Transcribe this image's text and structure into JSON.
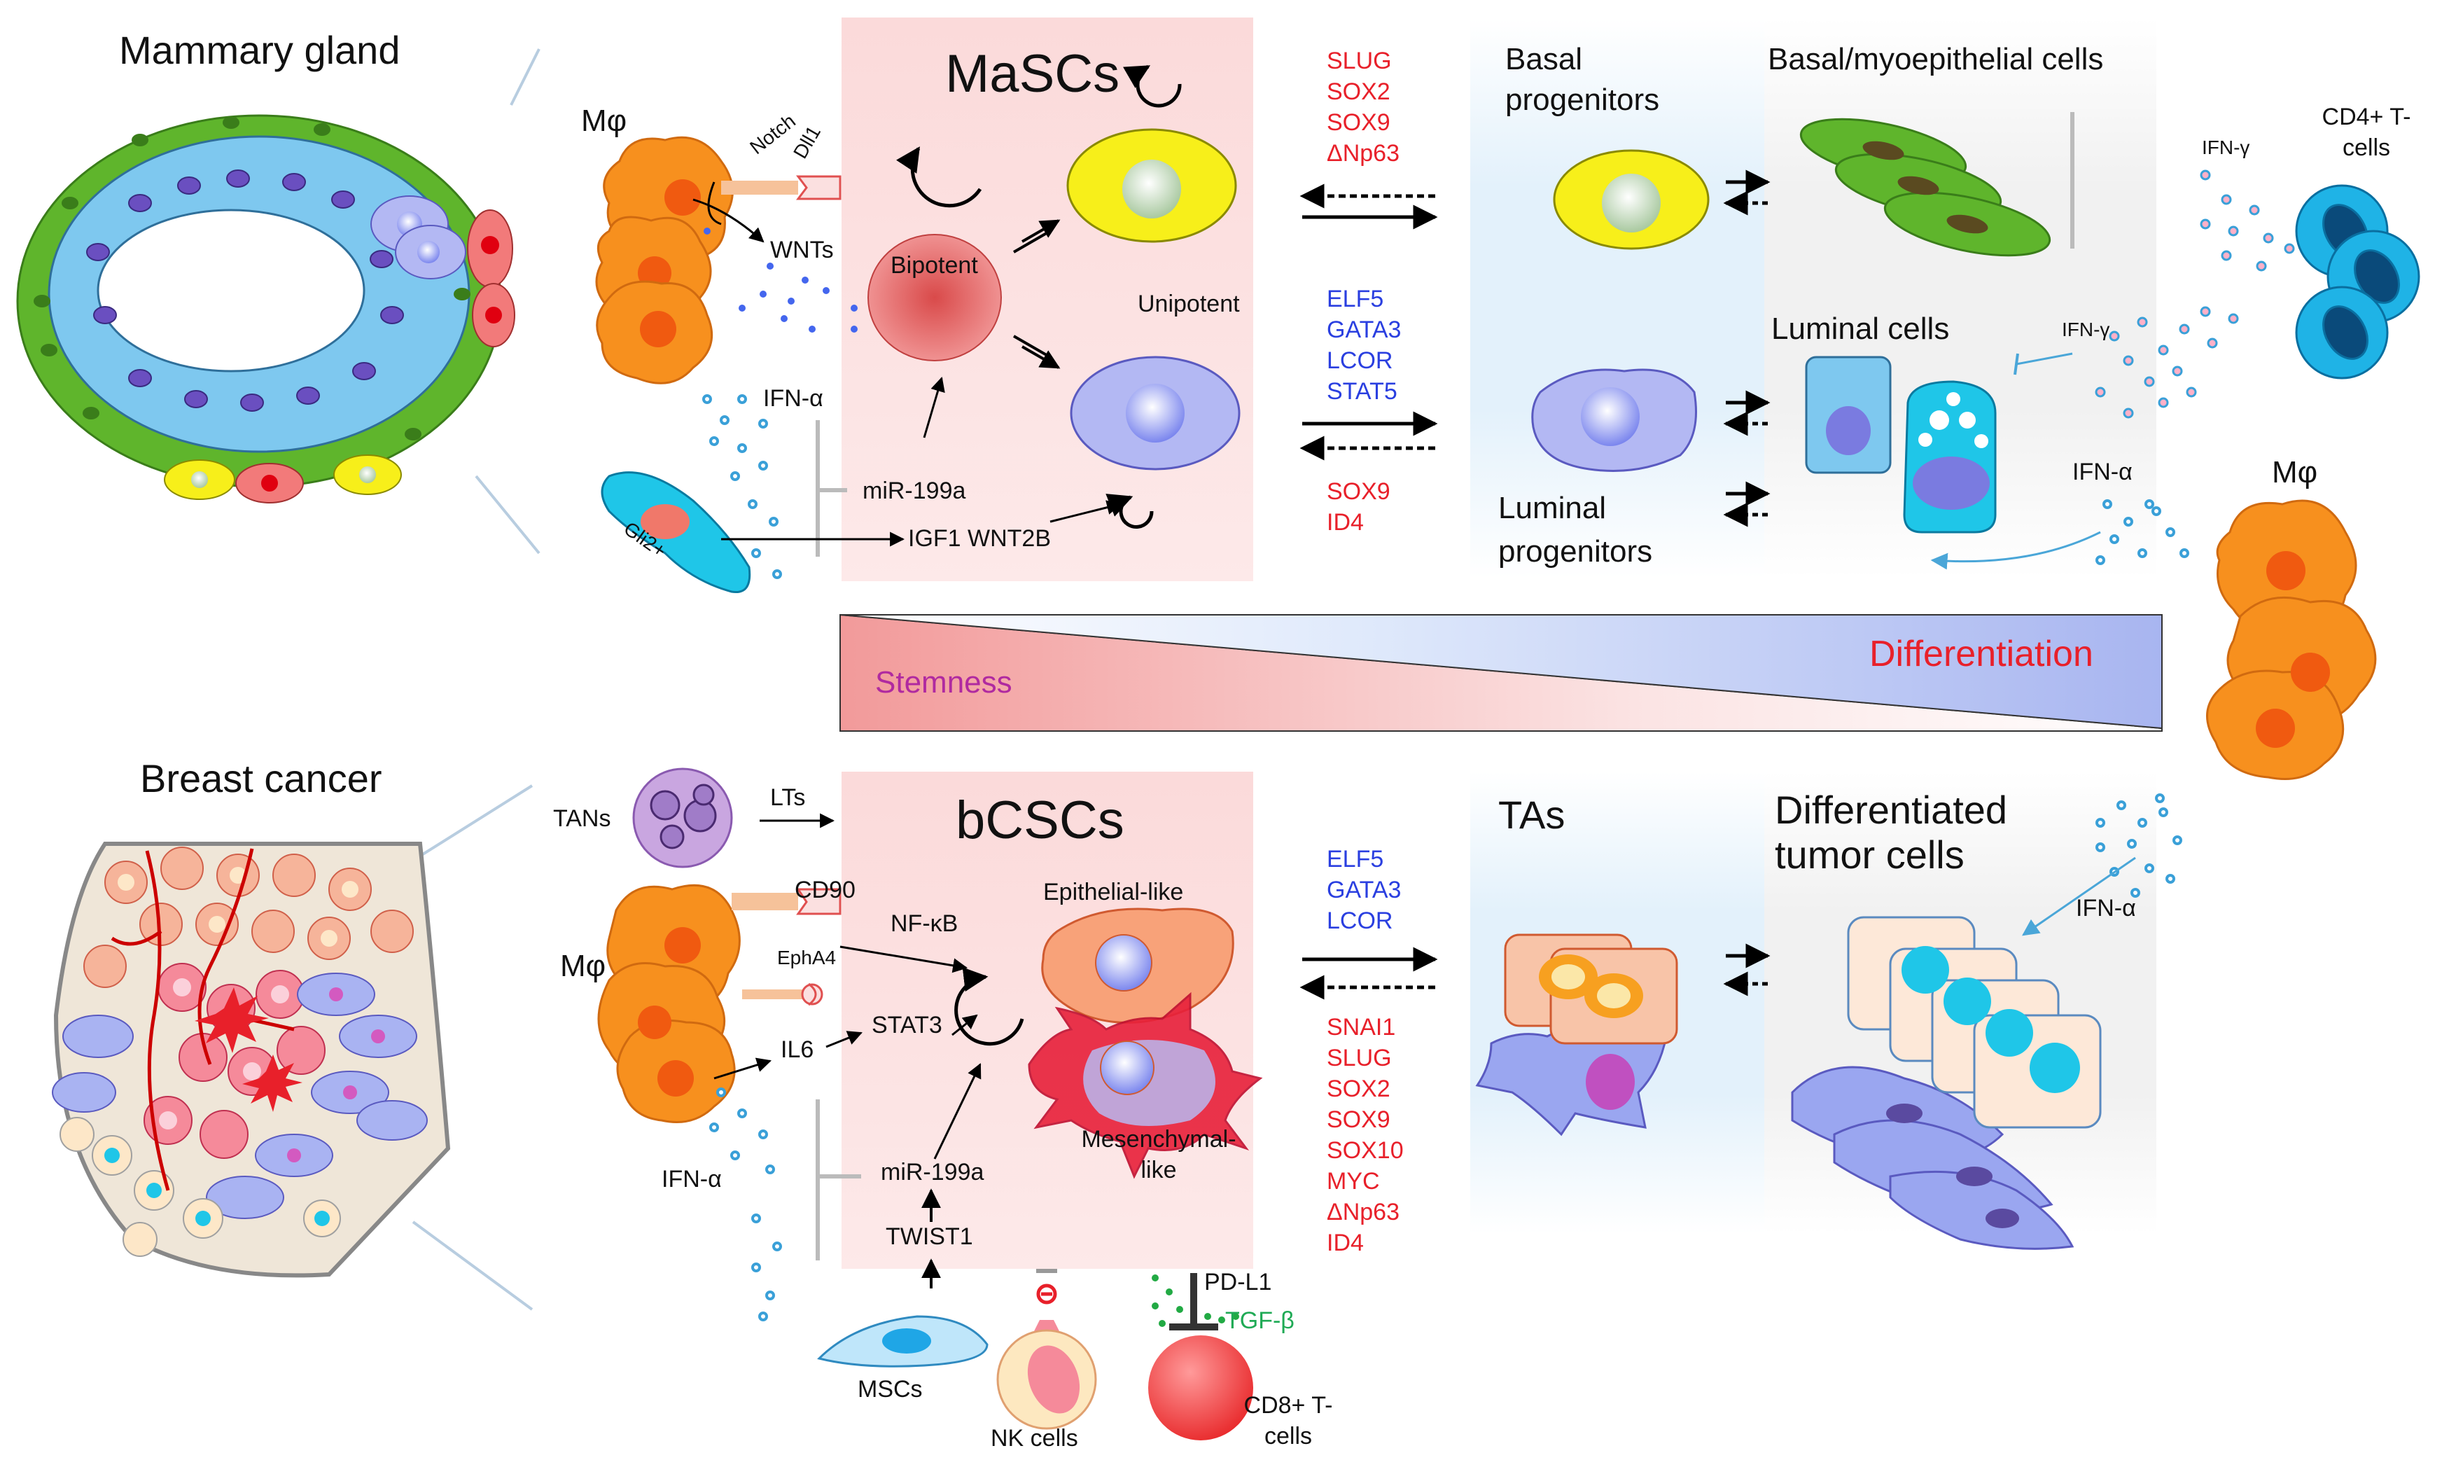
{
  "panels": {
    "mammary_title": "Mammary gland",
    "cancer_title": "Breast cancer",
    "mascs_title": "MaSCs",
    "bcscs_title": "bCSCs"
  },
  "gradient": {
    "stemness": "Stemness",
    "differentiation": "Differentiation"
  },
  "top": {
    "mphi": "Mφ",
    "notch": "Notch",
    "dll1": "Dll1",
    "wnts": "WNTs",
    "bipotent": "Bipotent",
    "unipotent": "Unipotent",
    "ifn_alpha": "IFN-α",
    "mir199a": "miR-199a",
    "gli2": "Gli2+",
    "igf1_wnt2b": "IGF1 WNT2B",
    "factors_red_top": [
      "SLUG",
      "SOX2",
      "SOX9",
      "ΔNp63"
    ],
    "factors_blue": [
      "ELF5",
      "GATA3",
      "LCOR",
      "STAT5"
    ],
    "factors_red_bottom": [
      "SOX9",
      "ID4"
    ],
    "basal_progenitors": "Basal progenitors",
    "basal_myo": "Basal/myoepithelial cells",
    "luminal_cells": "Luminal cells",
    "luminal_progenitors": "Luminal progenitors",
    "ifn_gamma_1": "IFN-γ",
    "ifn_gamma_2": "IFN-γ",
    "cd4": "CD4+ T-cells",
    "ifn_alpha_right": "IFN-α",
    "mphi_right": "Mφ"
  },
  "bottom": {
    "tans": "TANs",
    "lts": "LTs",
    "mphi": "Mφ",
    "cd90": "CD90",
    "epha4": "EphA4",
    "nfkb": "NF-κB",
    "stat3": "STAT3",
    "il6": "IL6",
    "ifn_alpha": "IFN-α",
    "mir199a": "miR-199a",
    "twist1": "TWIST1",
    "epithelial": "Epithelial-like",
    "mesenchymal": "Mesenchymal-like",
    "mscs": "MSCs",
    "nk": "NK cells",
    "cd8": "CD8+ T-cells",
    "pdl1": "PD-L1",
    "tgfb": "TGF-β",
    "factors_blue": [
      "ELF5",
      "GATA3",
      "LCOR"
    ],
    "factors_red": [
      "SNAI1",
      "SLUG",
      "SOX2",
      "SOX9",
      "SOX10",
      "MYC",
      "ΔNp63",
      "ID4"
    ],
    "tas": "TAs",
    "diff_tumor": "Differentiated tumor cells",
    "ifn_alpha_right": "IFN-α"
  },
  "colors": {
    "stem_box": "#fbd6d6",
    "red_text": "#e8202a",
    "blue_text": "#2a3fe0",
    "orange_cell": "#f7901e",
    "yellow_cell": "#f7ef1a",
    "lavender_cell": "#b3b8f3",
    "green_cell": "#5fb52c",
    "light_blue_cell": "#7ec8ef",
    "cyan_tcell": "#1fb3e6"
  }
}
